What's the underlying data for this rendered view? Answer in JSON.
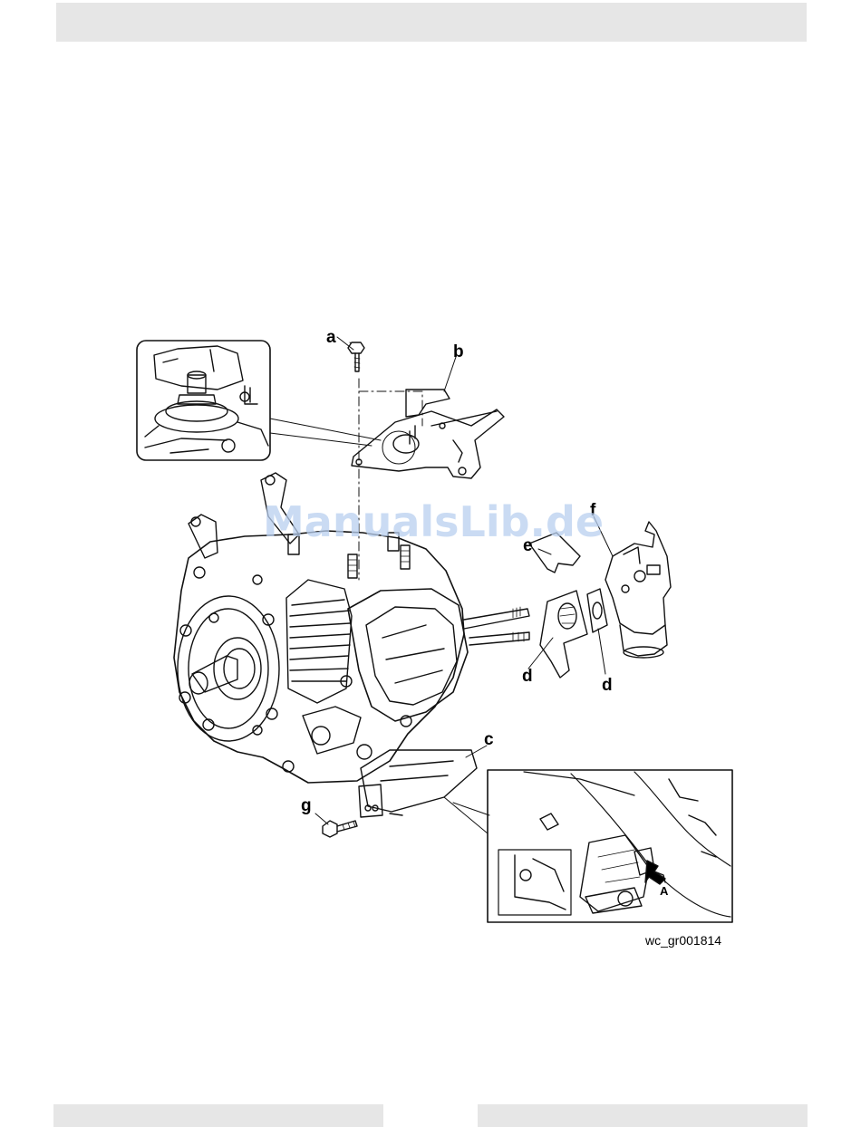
{
  "figure": {
    "labels": {
      "a": "a",
      "b": "b",
      "c": "c",
      "d1": "d",
      "d2": "d",
      "e": "e",
      "f": "f",
      "g": "g",
      "inset_arrow": "A"
    },
    "figure_id": "wc_gr001814",
    "watermark": "ManualsLib.de"
  }
}
